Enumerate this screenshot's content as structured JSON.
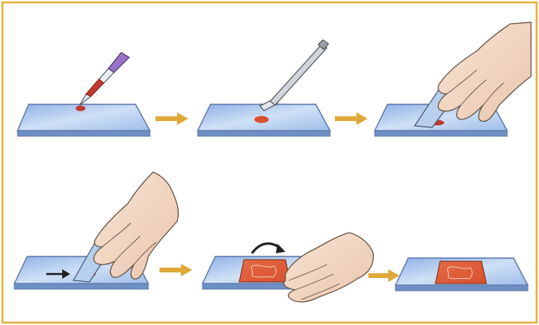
{
  "diagram": {
    "steps": [
      {
        "id": "step-1-dropper-on-slide"
      },
      {
        "id": "step-2-spatula-spreads-drop"
      },
      {
        "id": "step-3-hand-with-spreader-slide"
      },
      {
        "id": "step-4-hand-pushes-spreader"
      },
      {
        "id": "step-5-cover-placed"
      },
      {
        "id": "step-6-finished-smear"
      }
    ],
    "arrows": [
      "arrow-1-to-2",
      "arrow-2-to-3",
      "arrow-4-to-5",
      "arrow-5-to-6"
    ],
    "colors": {
      "frame": "#e2b23a",
      "slide_fill": "#aac6ee",
      "slide_edge": "#5c78aa",
      "blood": "#c0392b",
      "arrow": "#e0a83a",
      "skin": "#f4dcc8",
      "skin_line": "#6b5a4a",
      "dropper_bulb": "#9b72c9",
      "cover_fill": "#e46b45"
    }
  }
}
